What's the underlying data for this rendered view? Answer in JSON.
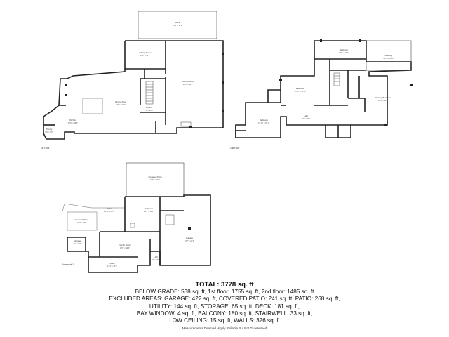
{
  "floors": {
    "first": "1st Floor",
    "second": "2nd Floor",
    "basement": "Basement 1"
  },
  "rooms": [
    {
      "key": "deck",
      "name": "Deck",
      "dims": "16'3\" x 11'9\""
    },
    {
      "key": "sitting",
      "name": "Sitting Room",
      "dims": "13'2\" x 12'9\""
    },
    {
      "key": "living",
      "name": "Living Room",
      "dims": "22'6\" x 16'5\""
    },
    {
      "key": "dining",
      "name": "Dining Area",
      "dims": "16'6\" x 20'0\""
    },
    {
      "key": "kitchen",
      "name": "Kitchen",
      "dims": "17'6\" x 15'0\""
    },
    {
      "key": "foyer",
      "name": "Foyer",
      "dims": "9'5\" x 13'9\""
    },
    {
      "key": "pantry",
      "name": "Pantry",
      "dims": "5'6\" x 5'0\""
    },
    {
      "key": "bedroom_2a",
      "name": "Bedroom",
      "dims": "14'1\" x 12'1\""
    },
    {
      "key": "balcony",
      "name": "Balcony",
      "dims": "11'2\" x 17'10\""
    },
    {
      "key": "bedroom_2b",
      "name": "Bedroom",
      "dims": "13'11\" x 11'10\""
    },
    {
      "key": "primary",
      "name": "Primary Bedroom",
      "dims": "14'0\" x 19'9\""
    },
    {
      "key": "bedroom_2c",
      "name": "Bedroom",
      "dims": "12'10\" x 15'1\""
    },
    {
      "key": "hall_2",
      "name": "Hall",
      "dims": "17'6\" x 8'7\""
    },
    {
      "key": "covered_patio_1",
      "name": "Covered Patio",
      "dims": "15'0\" x 11'9\""
    },
    {
      "key": "patio",
      "name": "Patio",
      "dims": "20'10\" x 17'8\""
    },
    {
      "key": "bedroom_b",
      "name": "Bedroom",
      "dims": "14'4\" x 11'6\""
    },
    {
      "key": "covered_patio_2",
      "name": "Covered Patio",
      "dims": "14'2\" x 5'8\""
    },
    {
      "key": "garage",
      "name": "Garage",
      "dims": "20'7\" x 26'0\""
    },
    {
      "key": "family",
      "name": "Family Room",
      "dims": "17'0\" x 14'0\""
    },
    {
      "key": "storage",
      "name": "Storage",
      "dims": "7'1\" x 8'7\""
    },
    {
      "key": "utility",
      "name": "Utility",
      "dims": "17'4\" x 10'4\""
    },
    {
      "key": "hall_b",
      "name": "Hall",
      "dims": "6'8\" x 8'3\""
    }
  ],
  "summary": {
    "total": "TOTAL: 3778 sq. ft",
    "line1": "BELOW GRADE: 538 sq. ft, 1st floor: 1755 sq. ft, 2nd floor: 1485 sq. ft",
    "line2": "EXCLUDED AREAS: GARAGE: 422 sq. ft, COVERED PATIO: 241 sq. ft, PATIO: 268 sq. ft,",
    "line3": "UTILITY: 144 sq. ft, STORAGE: 65 sq. ft, DECK: 181 sq. ft,",
    "line4": "BAY WINDOW: 4 sq. ft, BALCONY: 180 sq. ft, STAIRWELL: 33 sq. ft,",
    "line5": "LOW CEILING: 15 sq. ft, WALLS: 326 sq. ft",
    "disclaimer": "Measurements Deemed Highly Reliable But Not Guaranteed"
  }
}
